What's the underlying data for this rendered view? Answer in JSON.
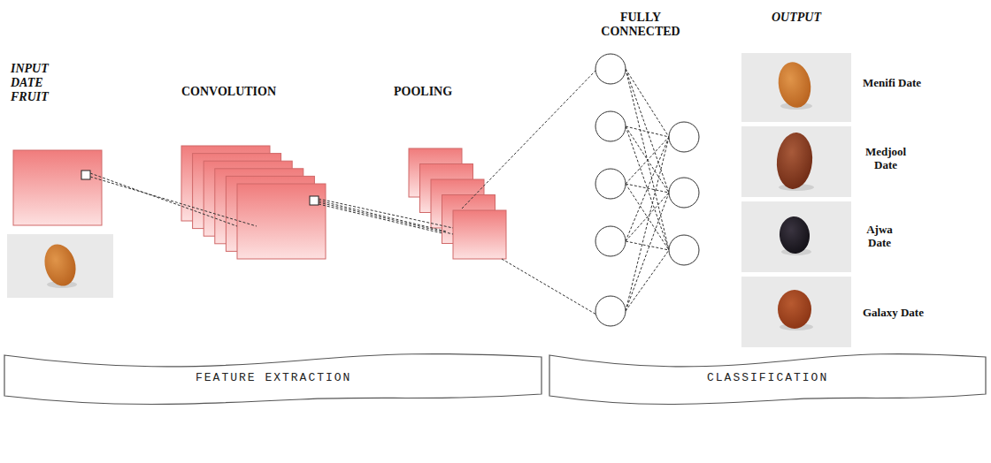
{
  "diagram": {
    "nodes": [
      {
        "text": [
          "FEATURE EXTRACTION"
        ]
      },
      {
        "text": [
          "CLASSIFICATION"
        ]
      }
    ],
    "labels": [
      "INPUT DATE FRUIT",
      "CONVOLUTION",
      "POOLING",
      "FULLY CONNECTED",
      "OUTPUT",
      "Menifi Date",
      "Medjool Date",
      "Ajwa Date",
      "Galaxy Date"
    ]
  }
}
